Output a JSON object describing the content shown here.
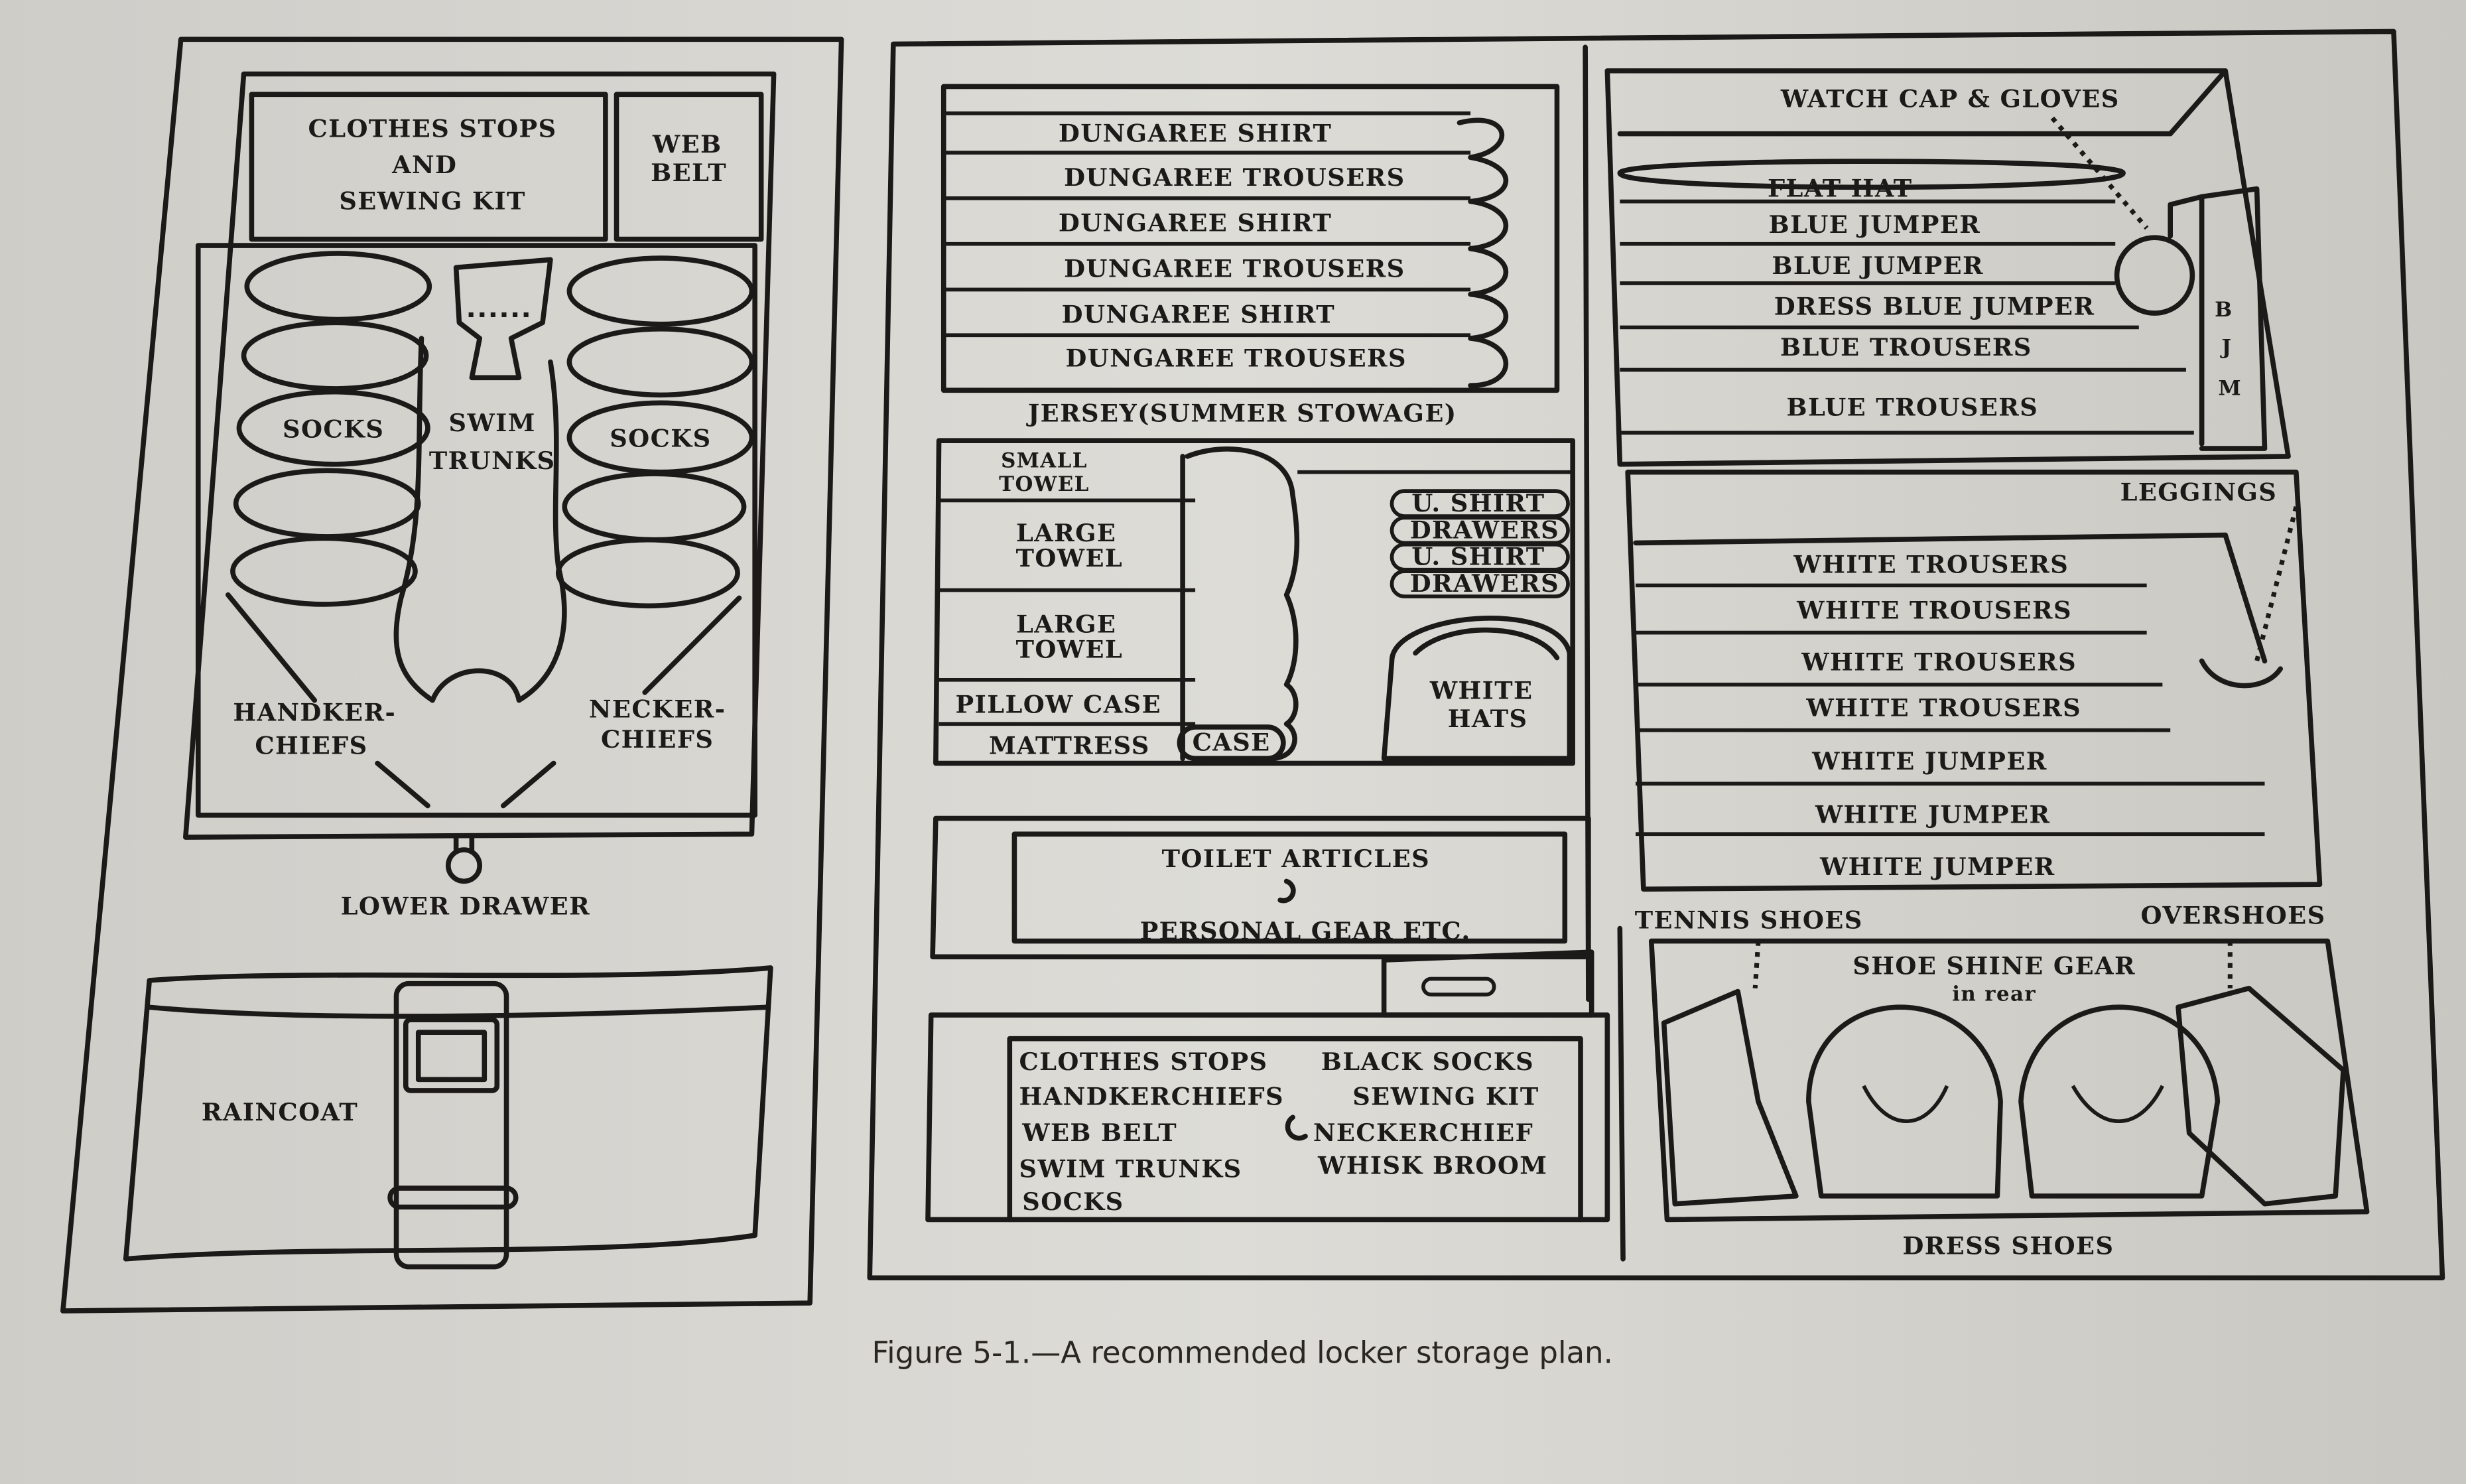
{
  "caption": "Figure 5-1.—A recommended locker storage plan.",
  "left_panel": {
    "clothes_stops_box": [
      "CLOTHES STOPS",
      "AND",
      "SEWING KIT"
    ],
    "web_belt_box": [
      "WEB",
      "BELT"
    ],
    "socks_left": "SOCKS",
    "swim_trunks": [
      "SWIM",
      "TRUNKS"
    ],
    "socks_right": "SOCKS",
    "handkerchiefs": [
      "HANDKER-",
      "CHIEFS"
    ],
    "neckerchiefs": [
      "NECKER-",
      "CHIEFS"
    ],
    "lower_drawer": "LOWER DRAWER",
    "raincoat": "RAINCOAT"
  },
  "right_panel": {
    "dungarees": [
      "DUNGAREE SHIRT",
      "DUNGAREE TROUSERS",
      "DUNGAREE SHIRT",
      "DUNGAREE TROUSERS",
      "DUNGAREE SHIRT",
      "DUNGAREE TROUSERS"
    ],
    "jersey": "JERSEY(SUMMER STOWAGE)",
    "towels": {
      "small_towel": [
        "SMALL",
        "TOWEL"
      ],
      "large_towel_1": [
        "LARGE",
        "TOWEL"
      ],
      "large_towel_2": [
        "LARGE",
        "TOWEL"
      ],
      "pillow_case": "PILLOW CASE",
      "mattress": "MATTRESS",
      "case": "CASE"
    },
    "underwear": [
      "U. SHIRT",
      "DRAWERS",
      "U. SHIRT",
      "DRAWERS"
    ],
    "white_hats": [
      "WHITE",
      "HATS"
    ],
    "toilet_drawer": [
      "TOILET ARTICLES",
      "PERSONAL GEAR ETC."
    ],
    "bottom_drawer": {
      "left": [
        "CLOTHES STOPS",
        "HANDKERCHIEFS",
        "WEB BELT",
        "SWIM TRUNKS",
        "SOCKS"
      ],
      "right": [
        "BLACK SOCKS",
        "SEWING KIT",
        "NECKERCHIEF",
        "WHISK BROOM"
      ]
    },
    "watch_cap": "WATCH CAP & GLOVES",
    "blues": [
      "FLAT HAT",
      "BLUE JUMPER",
      "BLUE JUMPER",
      "DRESS BLUE JUMPER",
      "BLUE TROUSERS",
      "BLUE TROUSERS"
    ],
    "bjm": [
      "B",
      "J",
      "M"
    ],
    "leggings": "LEGGINGS",
    "whites": [
      "WHITE TROUSERS",
      "WHITE TROUSERS",
      "WHITE TROUSERS",
      "WHITE TROUSERS",
      "WHITE JUMPER",
      "WHITE JUMPER",
      "WHITE JUMPER"
    ],
    "tennis_shoes": "TENNIS SHOES",
    "overshoes": "OVERSHOES",
    "shoe_shine": [
      "SHOE SHINE GEAR",
      "in rear"
    ],
    "dress_shoes": "DRESS SHOES"
  }
}
